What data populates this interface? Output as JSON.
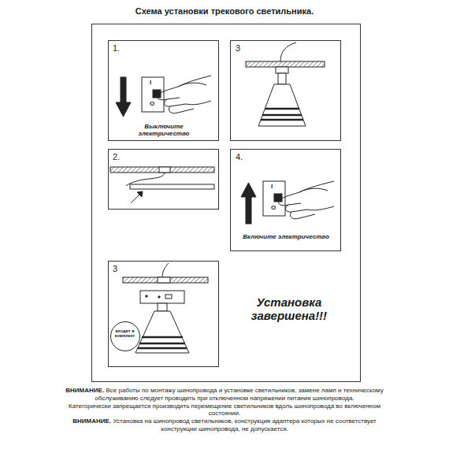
{
  "diagram": {
    "title": "Схема установки трекового светильника.",
    "nodes": [
      {
        "text": [
          "Установка завершена!!!"
        ]
      },
      {
        "text": [
          "1.",
          "Выключите электричество"
        ],
        "in": 0
      },
      {
        "text": [
          "3"
        ],
        "in": 0
      },
      {
        "text": [
          "2."
        ],
        "in": 0
      },
      {
        "text": [
          "4.",
          "Включите электричество"
        ],
        "in": 0
      },
      {
        "text": [
          "3"
        ],
        "in": 0
      },
      {
        "text": [
          "входит в комплект"
        ],
        "in": 5
      }
    ],
    "labels": [
      "I",
      "O",
      "I",
      "O",
      "ВНИМАНИЕ.",
      "Все работы по монтажу шинопровода и установке светильников, замене ламп и техническому обслуживанию следует проводить при отключенном напряжении питания шинопровода.",
      "Категорически запрещается производить перемещение светильников вдоль шинопровода во включенном состоянии.",
      "ВНИМАНИЕ.",
      "Установка на шинопровод светильников, конструкция адаптера которых не соответствует конструкции шинопровода, не допускается."
    ]
  }
}
